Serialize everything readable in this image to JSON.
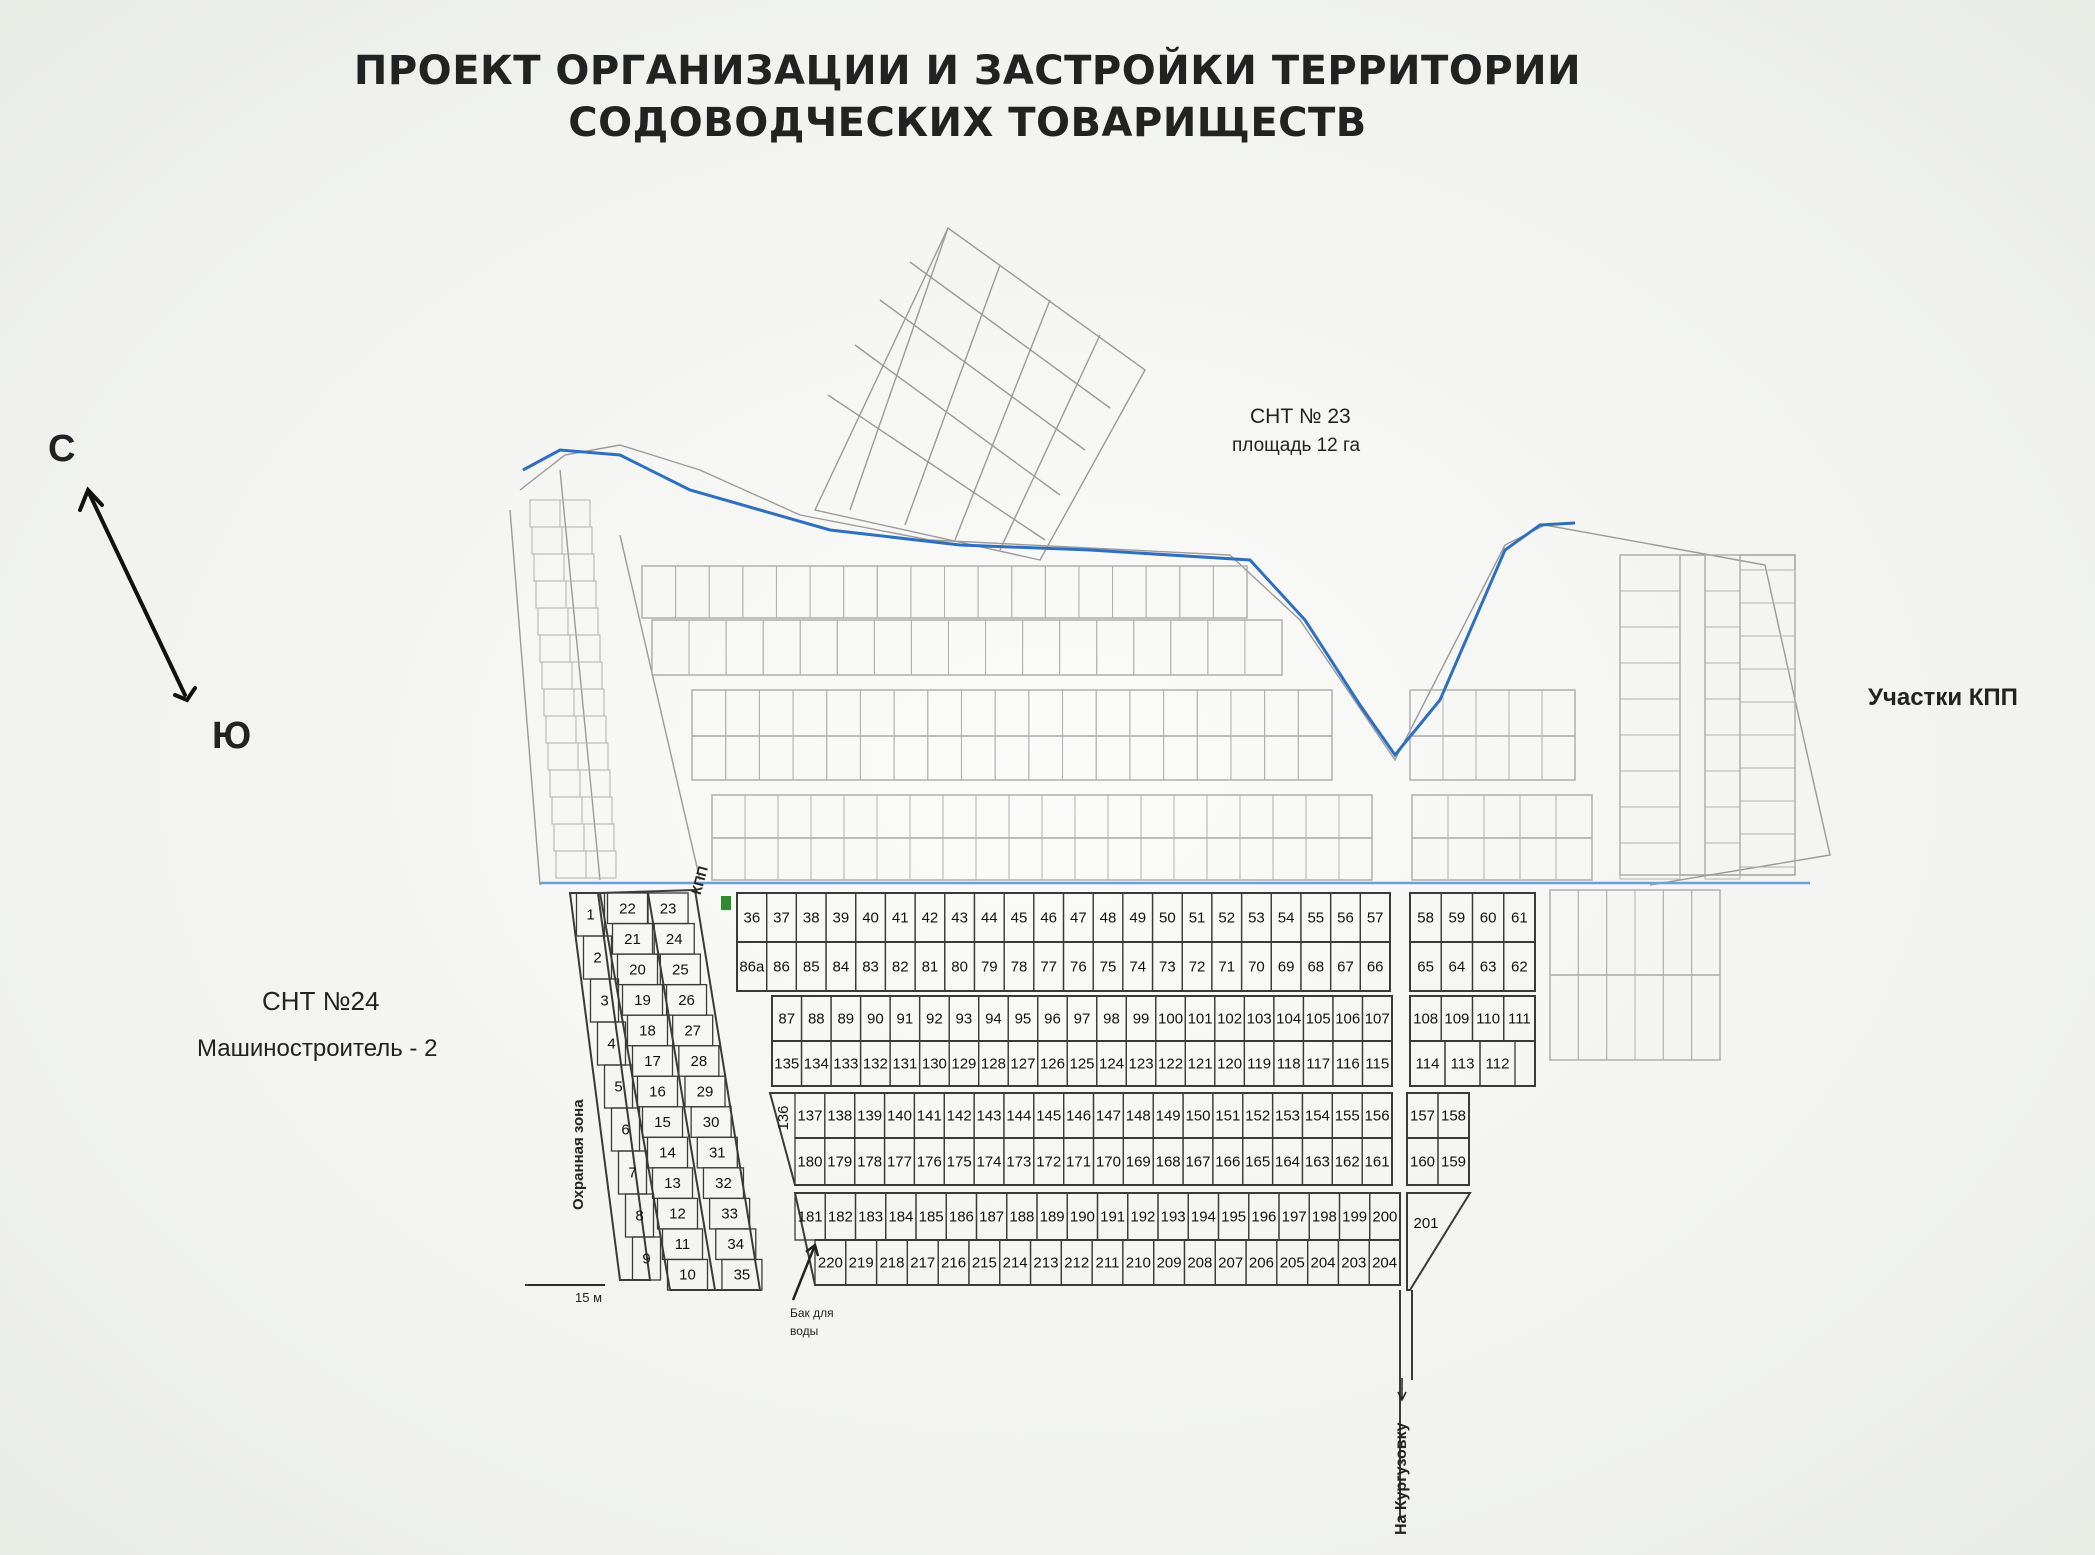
{
  "title": {
    "line1": "ПРОЕКТ ОРГАНИЗАЦИИ И ЗАСТРОЙКИ ТЕРРИТОРИИ",
    "line2": "СОДОВОДЧЕСКИХ ТОВАРИЩЕСТВ"
  },
  "compass": {
    "north": "С",
    "south": "Ю"
  },
  "labels": {
    "snt23_name": "СНТ № 23",
    "snt23_area": "площадь 12 га",
    "kpp_plots": "Участки КПП",
    "snt24_name": "СНТ №24",
    "snt24_sub": "Машиностроитель - 2",
    "kpp": "КПП",
    "guard_zone": "Охранная зона",
    "width_15m": "15 м",
    "water_tank_1": "Бак для",
    "water_tank_2": "воды",
    "to_kurguzovka": "На Кургузовку"
  },
  "colors": {
    "paper": "#f3f4f1",
    "lines": "#8a8a8a",
    "ink_lines": "#3a3a3a",
    "boundary": "#2f6fc0",
    "kpp_marker": "#2e8b2e"
  },
  "plots": {
    "west_strip_left": [
      "1",
      "2",
      "3",
      "4",
      "5",
      "6",
      "7",
      "8",
      "9"
    ],
    "west_strip_right_a": [
      "22",
      "21",
      "20",
      "19",
      "18",
      "17",
      "16",
      "15",
      "14",
      "13",
      "12",
      "11",
      "10"
    ],
    "west_strip_right_b": [
      "23",
      "24",
      "25",
      "26",
      "27",
      "28",
      "29",
      "30",
      "31",
      "32",
      "33",
      "34",
      "35"
    ],
    "row1_top": [
      "36",
      "37",
      "38",
      "39",
      "40",
      "41",
      "42",
      "43",
      "44",
      "45",
      "46",
      "47",
      "48",
      "49",
      "50",
      "51",
      "52",
      "53",
      "54",
      "55",
      "56",
      "57"
    ],
    "row1_bottom": [
      "86а",
      "86",
      "85",
      "84",
      "83",
      "82",
      "81",
      "80",
      "79",
      "78",
      "77",
      "76",
      "75",
      "74",
      "73",
      "72",
      "71",
      "70",
      "69",
      "68",
      "67",
      "66"
    ],
    "row1_east_top": [
      "58",
      "59",
      "60",
      "61"
    ],
    "row1_east_bottom": [
      "65",
      "64",
      "63",
      "62"
    ],
    "row2_top": [
      "87",
      "88",
      "89",
      "90",
      "91",
      "92",
      "93",
      "94",
      "95",
      "96",
      "97",
      "98",
      "99",
      "100",
      "101",
      "102",
      "103",
      "104",
      "105",
      "106",
      "107"
    ],
    "row2_bottom": [
      "135",
      "134",
      "133",
      "132",
      "131",
      "130",
      "129",
      "128",
      "127",
      "126",
      "125",
      "124",
      "123",
      "122",
      "121",
      "120",
      "119",
      "118",
      "117",
      "116",
      "115"
    ],
    "row2_east_top": [
      "108",
      "109",
      "110",
      "111"
    ],
    "row2_east_bottom": [
      "114",
      "113",
      "112"
    ],
    "row3_vertical": "136",
    "row3_top": [
      "137",
      "138",
      "139",
      "140",
      "141",
      "142",
      "143",
      "144",
      "145",
      "146",
      "147",
      "148",
      "149",
      "150",
      "151",
      "152",
      "153",
      "154",
      "155",
      "156"
    ],
    "row3_bottom": [
      "180",
      "179",
      "178",
      "177",
      "176",
      "175",
      "174",
      "173",
      "172",
      "171",
      "170",
      "169",
      "168",
      "167",
      "166",
      "165",
      "164",
      "163",
      "162",
      "161"
    ],
    "row3_east_top": [
      "157",
      "158"
    ],
    "row3_east_bottom": [
      "160",
      "159"
    ],
    "row4_top": [
      "181",
      "182",
      "183",
      "184",
      "185",
      "186",
      "187",
      "188",
      "189",
      "190",
      "191",
      "192",
      "193",
      "194",
      "195",
      "196",
      "197",
      "198",
      "199",
      "200"
    ],
    "row4_bottom": [
      "220",
      "219",
      "218",
      "217",
      "216",
      "215",
      "214",
      "213",
      "212",
      "211",
      "210",
      "209",
      "208",
      "207",
      "206",
      "205",
      "204",
      "203",
      "204"
    ],
    "row4_east": "201"
  }
}
